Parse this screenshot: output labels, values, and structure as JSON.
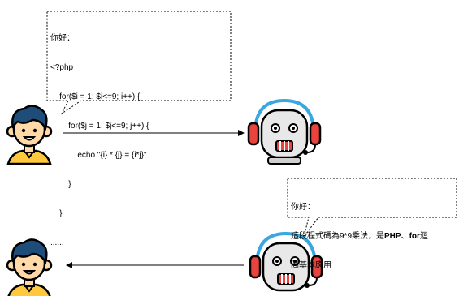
{
  "colors": {
    "skin": "#FFD9A8",
    "hair": "#1F4D7A",
    "shirt": "#FFC83D",
    "outline": "#000000",
    "robot_head": "#E8E8E8",
    "robot_shadow": "#CFCFCF",
    "headset_band": "#39A8E0",
    "headset_ear": "#E8433D",
    "robot_mouth": "#E8433D"
  },
  "messages": [
    {
      "from": "user",
      "to": "robot",
      "lines": [
        "你好：",
        "<?php",
        "    for($i = 1; $i<=9; i++) {",
        "        for($j = 1; $j<=9; j++) {",
        "            echo \"{i} * {j} = {i*j}\"",
        "        }",
        "    }",
        "......"
      ]
    },
    {
      "from": "robot",
      "to": "user",
      "lines": [
        "你好：",
        "這段程式碼為9*9乘法，是",
        "圈基本應用"
      ],
      "line2_bold_a": "PHP",
      "line2_sep": "、",
      "line2_bold_b": "for",
      "line2_tail": "迴"
    }
  ]
}
